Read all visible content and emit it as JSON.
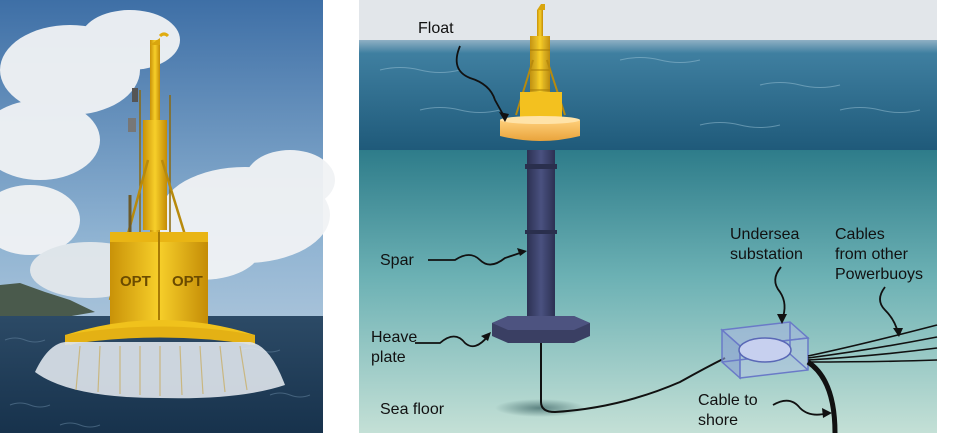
{
  "labels": {
    "float": "Float",
    "spar": "Spar",
    "heave_plate": [
      "Heave",
      "plate"
    ],
    "sea_floor": "Sea floor",
    "undersea_substation": [
      "Undersea",
      "substation"
    ],
    "cables_other": [
      "Cables",
      "from other",
      "Powerbuoys"
    ],
    "cable_to_shore": [
      "Cable to",
      "shore"
    ]
  },
  "photo": {
    "buoy_marking_left": "OPT",
    "buoy_marking_right": "OPT"
  },
  "colors": {
    "buoy_yellow": "#f2c01a",
    "spar_blue": "#3a3f63",
    "sea_surface": "#2a6a8e",
    "underwater": "#4f9ea8"
  }
}
